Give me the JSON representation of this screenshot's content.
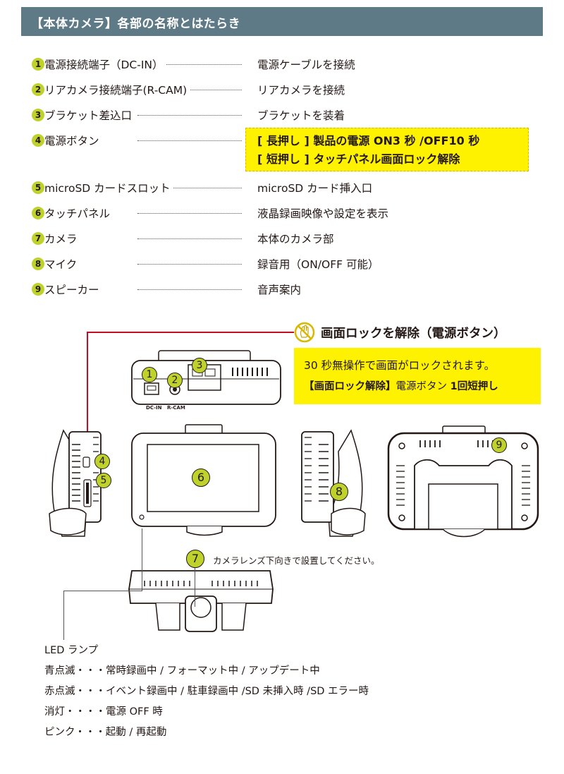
{
  "header": {
    "title": "【本体カメラ】各部の名称とはたらき"
  },
  "parts": [
    {
      "num": "1",
      "label": "電源接続端子（DC-IN）",
      "desc": "電源ケーブルを接続"
    },
    {
      "num": "2",
      "label": "リアカメラ接続端子(R-CAM)",
      "desc": "リアカメラを接続"
    },
    {
      "num": "3",
      "label": "ブラケット差込口",
      "desc": "ブラケットを装着"
    },
    {
      "num": "4",
      "label": "電源ボタン",
      "desc_lines": [
        "[ 長押し ] 製品の電源 ON3 秒 /OFF10 秒",
        "[ 短押し ] タッチパネル画面ロック解除"
      ]
    },
    {
      "num": "5",
      "label": "microSD カードスロット",
      "desc": "microSD カード挿入口"
    },
    {
      "num": "6",
      "label": "タッチパネル",
      "desc": "液晶録画映像や設定を表示"
    },
    {
      "num": "7",
      "label": "カメラ",
      "desc": "本体のカメラ部"
    },
    {
      "num": "8",
      "label": "マイク",
      "desc": "録音用（ON/OFF 可能）"
    },
    {
      "num": "9",
      "label": "スピーカー",
      "desc": "音声案内"
    }
  ],
  "lock": {
    "title": "画面ロックを解除（電源ボタン）",
    "line1": "30 秒無操作で画面がロックされます。",
    "line2_prefix": "【画面ロック解除】",
    "line2_mid": "電源ボタン",
    "line2_bold": "1回短押し"
  },
  "diagram": {
    "port_labels": {
      "dc_in": "DC-IN",
      "r_cam": "R-CAM"
    },
    "callouts": [
      "1",
      "2",
      "3",
      "4",
      "5",
      "6",
      "7",
      "8",
      "9"
    ],
    "lens_note": "カメラレンズ下向きで設置してください。"
  },
  "led": {
    "title": "LED ランプ",
    "lines": [
      "青点滅・・・常時録画中 / フォーマット中 / アップデート中",
      "赤点滅・・・イベント録画中 / 駐車録画中 /SD 未挿入時 /SD エラー時",
      "消灯・・・・電源 OFF 時",
      "ピンク・・・起動 / 再起動"
    ]
  },
  "colors": {
    "header_bg": "#5e7a87",
    "accent_yellow": "#fff200",
    "callout_green": "#bfd22b",
    "lock_red": "#c30d23"
  }
}
